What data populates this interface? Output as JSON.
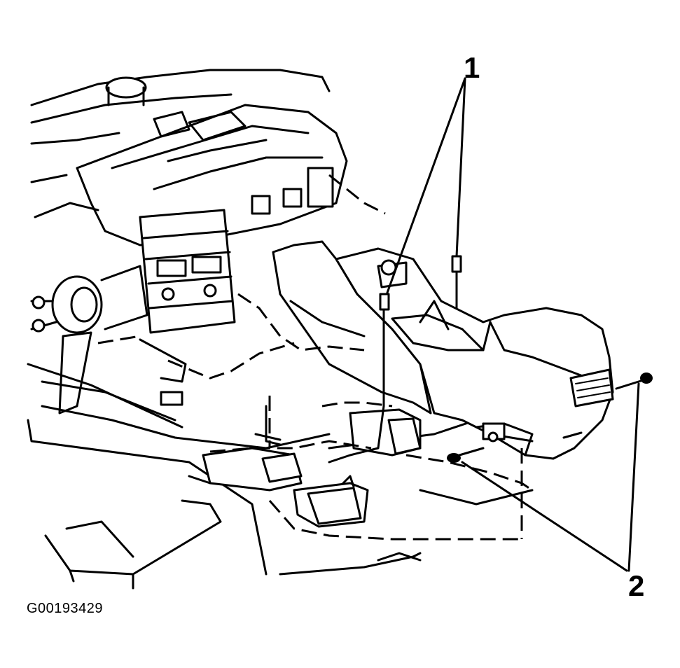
{
  "figure_id": "G00193429",
  "callouts": [
    {
      "number": "1"
    },
    {
      "number": "2"
    }
  ]
}
